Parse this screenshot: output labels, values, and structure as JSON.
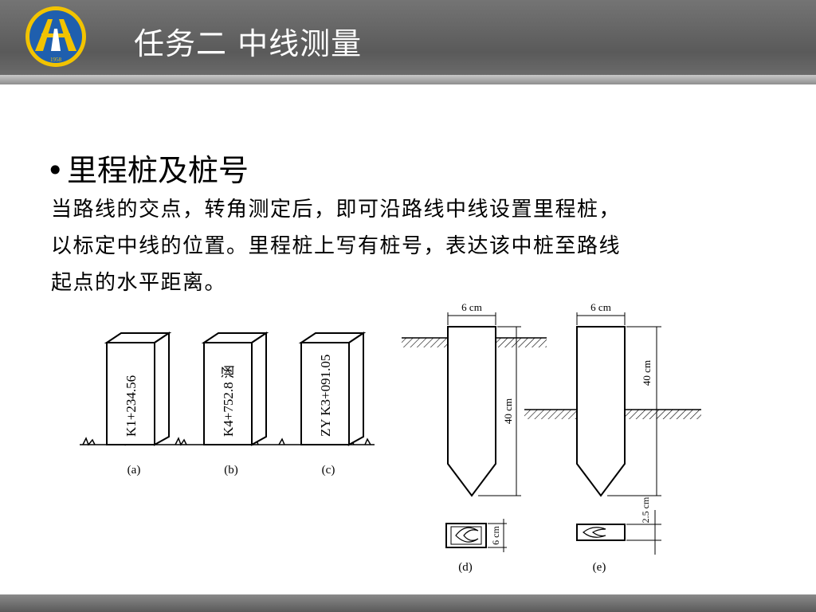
{
  "header": {
    "title": "任务二  中线测量",
    "logo_text": "1958",
    "accent_color": "#f2c300",
    "logo_blue": "#1f5fae"
  },
  "content": {
    "bullet_icon": "bullet-dot",
    "bullet_heading": "里程桩及桩号",
    "paragraph_lines": [
      "当路线的交点，转角测定后，即可沿路线中线设置里程桩，",
      "以标定中线的位置。里程桩上写有桩号，表达该中桩至路线",
      "起点的水平距离。"
    ]
  },
  "figure": {
    "stakes": [
      {
        "label": "K1+234.56",
        "caption": "(a)"
      },
      {
        "label": "K4+752.8  涵",
        "caption": "(b)"
      },
      {
        "label": "ZY K3+091.05",
        "caption": "(c)"
      }
    ],
    "stake_d": {
      "width_label": "6 cm",
      "length_label": "40 cm",
      "section_label": "6 cm",
      "caption": "(d)"
    },
    "stake_e": {
      "width_label": "6 cm",
      "length_label": "40 cm",
      "section_label": "2.5 cm",
      "caption": "(e)"
    }
  }
}
